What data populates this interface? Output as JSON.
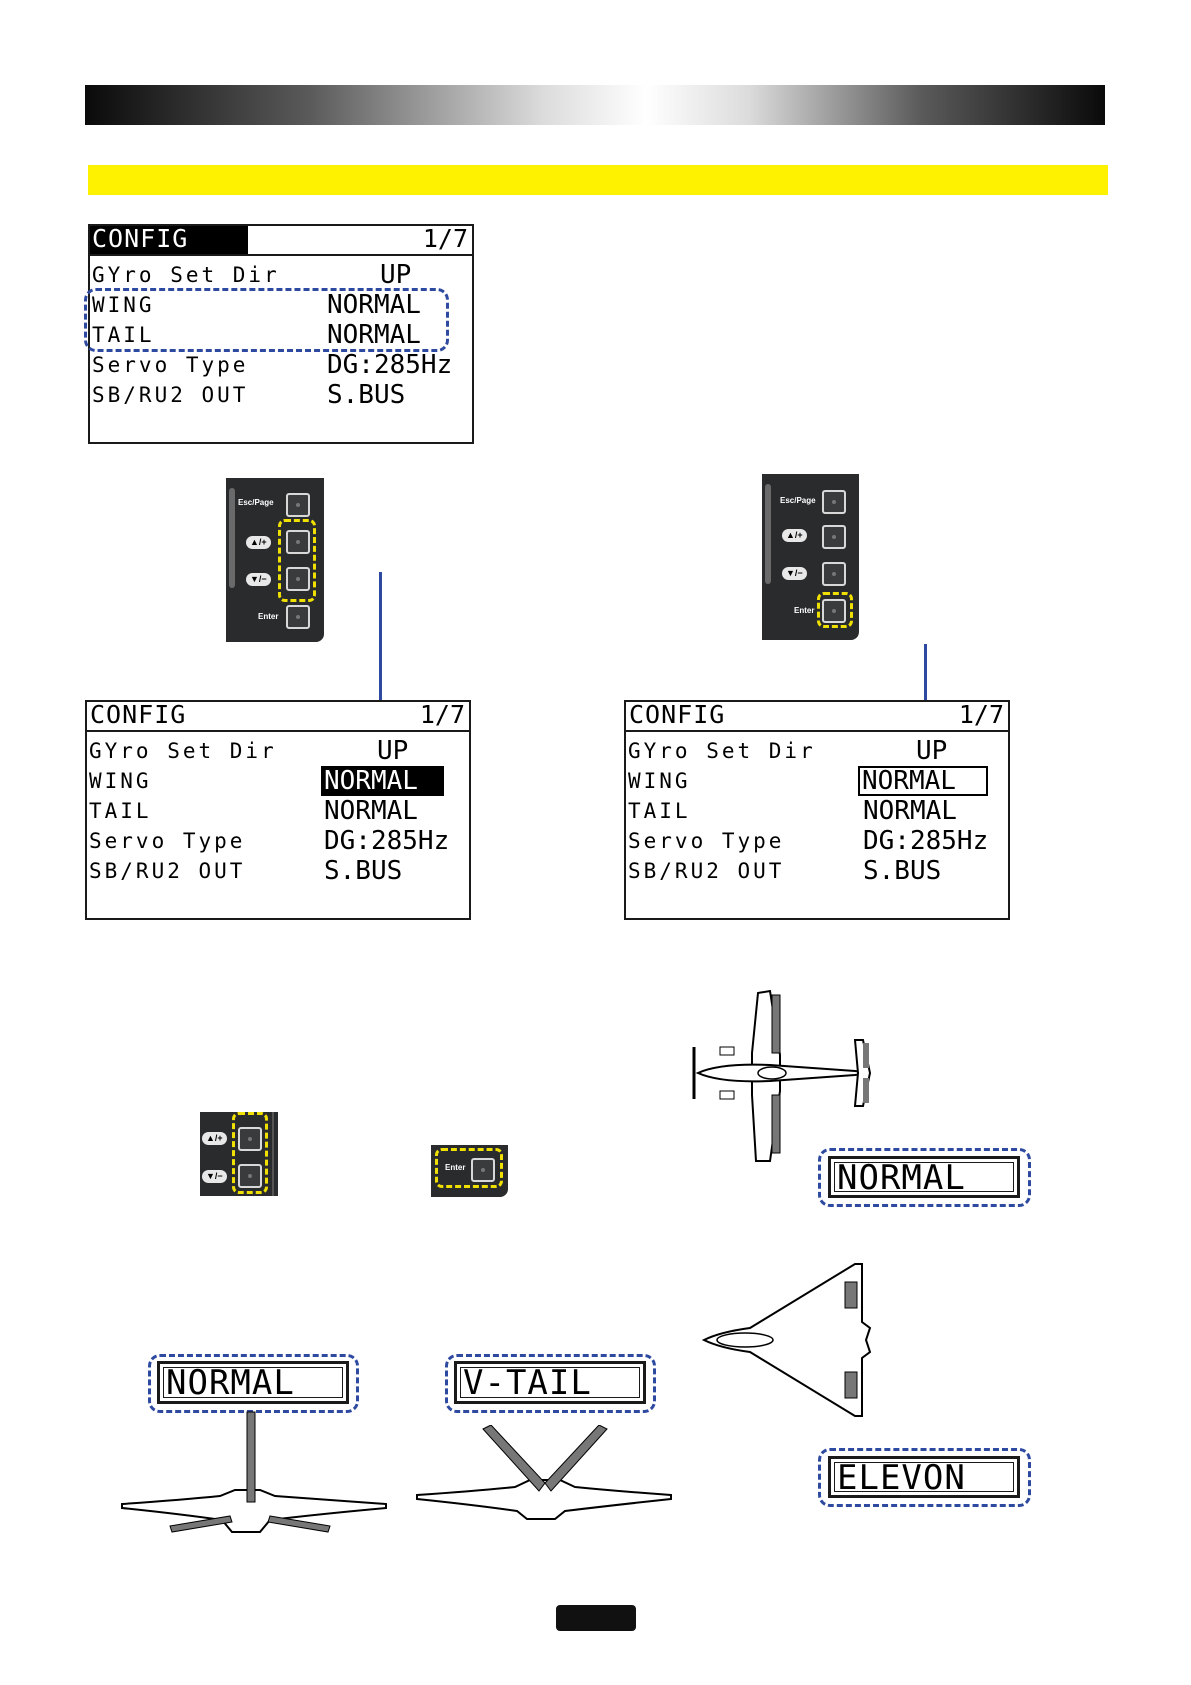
{
  "screen1": {
    "title": "CONFIG",
    "page": "1/7",
    "rows": [
      {
        "label": "GYro Set Dir",
        "value": "UP"
      },
      {
        "label": "WING",
        "value": "NORMAL"
      },
      {
        "label": "TAIL",
        "value": "NORMAL"
      },
      {
        "label": "Servo Type",
        "value": "DG:285Hz"
      },
      {
        "label": "SB/RU2 OUT",
        "value": "S.BUS"
      }
    ]
  },
  "screen2": {
    "title": "CONFIG",
    "page": "1/7",
    "rows": [
      {
        "label": "GYro Set Dir",
        "value": "UP"
      },
      {
        "label": "WING",
        "value": "NORMAL"
      },
      {
        "label": "TAIL",
        "value": "NORMAL"
      },
      {
        "label": "Servo Type",
        "value": "DG:285Hz"
      },
      {
        "label": "SB/RU2 OUT",
        "value": "S.BUS"
      }
    ]
  },
  "screen3": {
    "title": "CONFIG",
    "page": "1/7",
    "rows": [
      {
        "label": "GYro Set Dir",
        "value": "UP"
      },
      {
        "label": "WING",
        "value": "NORMAL"
      },
      {
        "label": "TAIL",
        "value": "NORMAL"
      },
      {
        "label": "Servo Type",
        "value": "DG:285Hz"
      },
      {
        "label": "SB/RU2 OUT",
        "value": "S.BUS"
      }
    ]
  },
  "buttons": {
    "esc_page": "Esc/Page",
    "up_plus": "▲/+",
    "down_minus": "▼/−",
    "enter": "Enter"
  },
  "modes": {
    "wing_normal": "NORMAL",
    "tail_normal": "NORMAL",
    "tail_vtail": "V-TAIL",
    "wing_elevon": "ELEVON"
  },
  "colors": {
    "highlight_yellow": "#fff200",
    "dash_blue": "#2e4aa0"
  }
}
